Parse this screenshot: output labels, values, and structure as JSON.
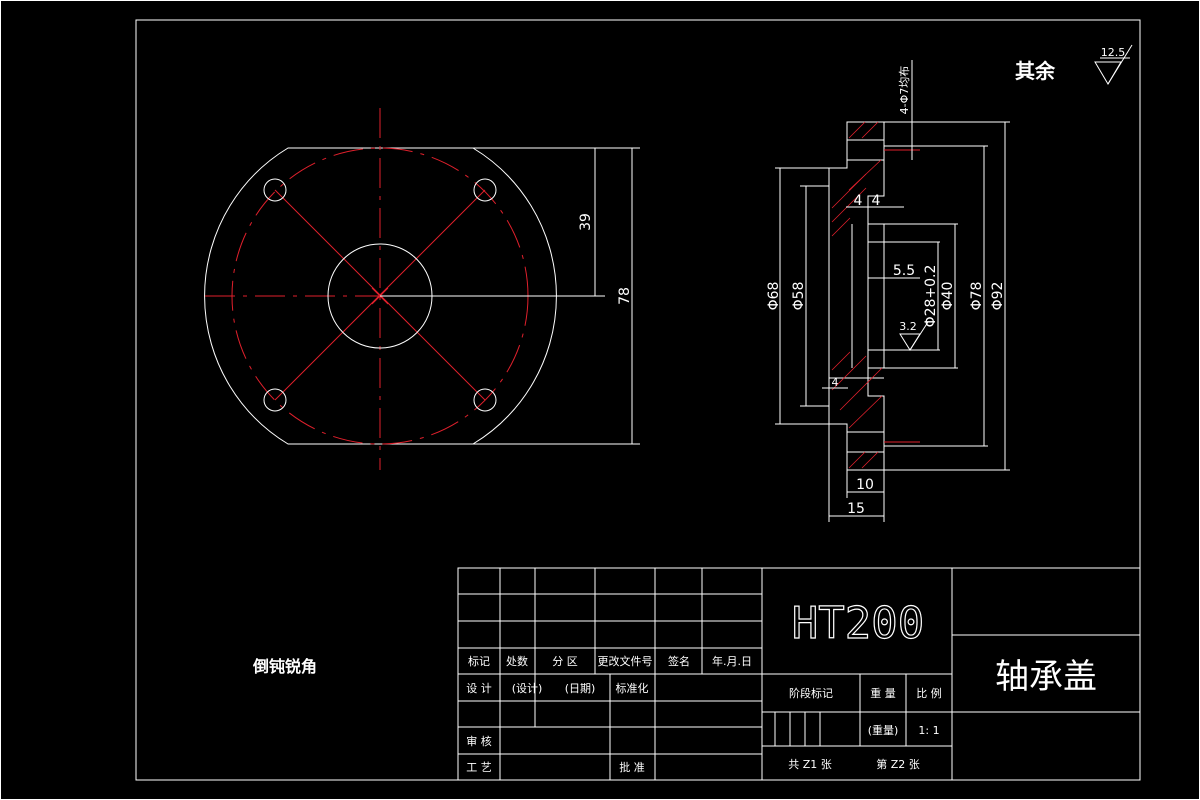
{
  "colors": {
    "background": "#000000",
    "line": "#ffffff",
    "centerline": "#e0202c"
  },
  "surface_note": {
    "label": "其余",
    "roughness": "12.5"
  },
  "front_view": {
    "dim_39": "39",
    "dim_78": "78"
  },
  "section_view": {
    "hole_note": "4-Φ7均布",
    "d68": "Φ68",
    "d58": "Φ58",
    "d28": "Φ28+0.2",
    "d40": "Φ40",
    "d78": "Φ78",
    "d92": "Φ92",
    "dim_4a": "4",
    "dim_4b": "4",
    "dim_4c": "4",
    "dim_5_5": "5.5",
    "roughness_inner": "3.2",
    "dim_10": "10",
    "dim_15": "15"
  },
  "tech_note": "倒钝锐角",
  "title_block": {
    "material": "HT200",
    "part_name": "轴承盖",
    "row_headers": [
      "标记",
      "处数",
      "分 区",
      "更改文件号",
      "签名",
      "年.月.日"
    ],
    "design": "设 计",
    "design_sign": "(设计)",
    "design_date": "(日期)",
    "standardize": "标准化",
    "review": "审 核",
    "process": "工 艺",
    "approve": "批 准",
    "stage_mark": "阶段标记",
    "weight": "重 量",
    "scale_label": "比 例",
    "weight_value": "(重量)",
    "scale_value": "1: 1",
    "total_sheets": "共 Z1 张",
    "sheet_no": "第 Z2 张"
  }
}
